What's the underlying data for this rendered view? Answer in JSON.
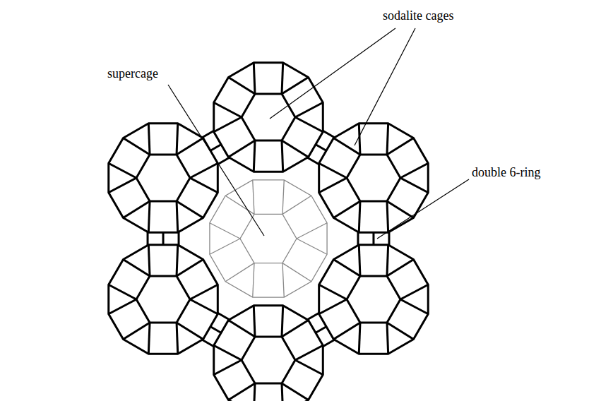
{
  "diagram": {
    "labels": [
      "sodalite cages",
      "supercage",
      "double 6-ring"
    ]
  }
}
